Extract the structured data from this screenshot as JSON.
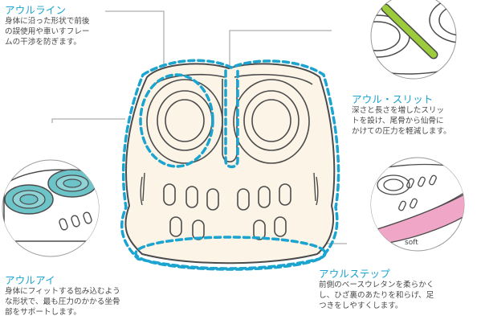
{
  "callouts": {
    "owl_line": {
      "title": "アウルライン",
      "lines": [
        "身体に沿った形状で前後",
        "の誤使用や車いすフレー",
        "ムの干渉を防ぎます。"
      ]
    },
    "owl_slit": {
      "title": "アウル・スリット",
      "lines": [
        "深さと長さを増したスリッ",
        "トを設け、尾骨から仙骨に",
        "かけての圧力を軽減します。"
      ]
    },
    "owl_eye": {
      "title": "アウルアイ",
      "lines": [
        "身体にフィットする包み込むよう",
        "な形状で、最も圧力のかかる坐骨",
        "部をサポートします。"
      ]
    },
    "owl_step": {
      "title": "アウルステップ",
      "lines": [
        "前側のベースウレタンを柔らかく",
        "し、ひざ裏のあたりを和らげ、足",
        "つきをしやすくします。"
      ]
    }
  },
  "detail_label": "soft",
  "colors": {
    "accent": "#1aa4cf",
    "cushion_fill": "#fbf4e7",
    "outline": "#555555",
    "eye_teal": "#6cc4c8",
    "slit_green": "#9ccb3c",
    "soft_pink": "#f0a7c7"
  }
}
